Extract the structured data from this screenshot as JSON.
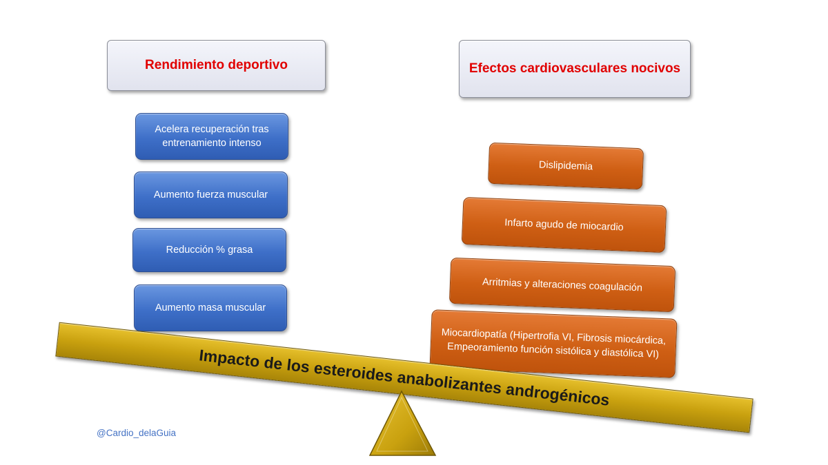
{
  "left_header": {
    "label": "Rendimiento deportivo"
  },
  "right_header": {
    "label": "Efectos cardiovasculares nocivos"
  },
  "benefits": [
    {
      "label": "Acelera recuperación tras entrenamiento intenso"
    },
    {
      "label": "Aumento fuerza muscular"
    },
    {
      "label": "Reducción % grasa"
    },
    {
      "label": "Aumento masa muscular"
    }
  ],
  "harms": [
    {
      "label": "Dislipidemia"
    },
    {
      "label": "Infarto agudo de miocardio"
    },
    {
      "label": "Arritmias y alteraciones coagulación"
    },
    {
      "label": "Miocardiopatía (Hipertrofia VI, Fibrosis miocárdica, Empeoramiento función sistólica y diastólica VI)"
    }
  ],
  "beam": {
    "label": "Impacto de los esteroides anabolizantes androgénicos"
  },
  "credit": "@Cardio_delaGuia",
  "colors": {
    "header_text": "#e10000",
    "benefit_box": "#3e6fc8",
    "harm_box": "#cf5f14",
    "beam": "#c9a10f",
    "credit_text": "#4472c4"
  }
}
